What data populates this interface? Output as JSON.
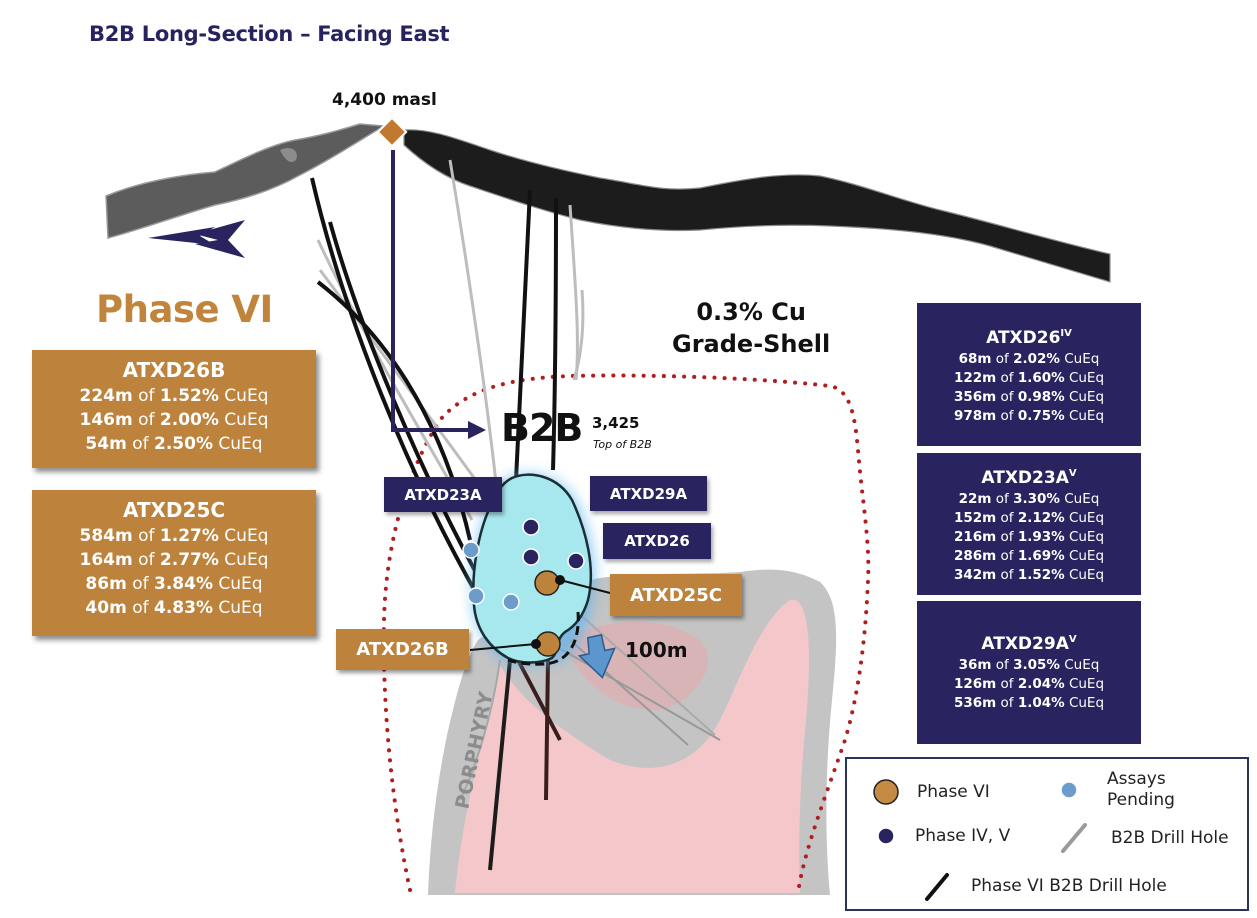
{
  "title": "B2B Long-Section – Facing East",
  "elevation_marker": {
    "label": "4,400 masl",
    "color": "#c0792f"
  },
  "north_arrow": {
    "icon": "north-arrow-icon",
    "color": "#29245f"
  },
  "colors": {
    "phase_vi": "#bd833c",
    "phase_iv_v": "#29245f",
    "assays_pending": "#6b9ccb",
    "grade_shell": "#b01e1e",
    "b2b_body": "#a7e8ee",
    "porphyry": "#bfbfbf",
    "high_grade_zone": "#f6c9cb"
  },
  "phase_heading": "Phase VI",
  "phase_vi_boxes": [
    {
      "hole": "ATXD26B",
      "intercepts": [
        {
          "length": "224m",
          "of": "of",
          "grade": "1.52%",
          "unit": "CuEq"
        },
        {
          "length": "146m",
          "of": "of",
          "grade": "2.00%",
          "unit": "CuEq"
        },
        {
          "length": "54m",
          "of": "of",
          "grade": "2.50%",
          "unit": "CuEq"
        }
      ]
    },
    {
      "hole": "ATXD25C",
      "intercepts": [
        {
          "length": "584m",
          "of": "of",
          "grade": "1.27%",
          "unit": "CuEq"
        },
        {
          "length": "164m",
          "of": "of",
          "grade": "2.77%",
          "unit": "CuEq"
        },
        {
          "length": "86m",
          "of": "of",
          "grade": "3.84%",
          "unit": "CuEq"
        },
        {
          "length": "40m",
          "of": "of",
          "grade": "4.83%",
          "unit": "CuEq"
        }
      ]
    }
  ],
  "prior_phase_boxes": [
    {
      "hole": "ATXD26",
      "phase_sup": "IV",
      "intercepts": [
        {
          "length": "68m",
          "of": "of",
          "grade": "2.02%",
          "unit": "CuEq"
        },
        {
          "length": "122m",
          "of": "of",
          "grade": "1.60%",
          "unit": "CuEq"
        },
        {
          "length": "356m",
          "of": "of",
          "grade": "0.98%",
          "unit": "CuEq"
        },
        {
          "length": "978m",
          "of": "of",
          "grade": "0.75%",
          "unit": "CuEq"
        }
      ]
    },
    {
      "hole": "ATXD23A",
      "phase_sup": "V",
      "intercepts": [
        {
          "length": "22m",
          "of": "of",
          "grade": "3.30%",
          "unit": "CuEq"
        },
        {
          "length": "152m",
          "of": "of",
          "grade": "2.12%",
          "unit": "CuEq"
        },
        {
          "length": "216m",
          "of": "of",
          "grade": "1.93%",
          "unit": "CuEq"
        },
        {
          "length": "286m",
          "of": "of",
          "grade": "1.69%",
          "unit": "CuEq"
        },
        {
          "length": "342m",
          "of": "of",
          "grade": "1.52%",
          "unit": "CuEq"
        }
      ]
    },
    {
      "hole": "ATXD29A",
      "phase_sup": "V",
      "intercepts": [
        {
          "length": "36m",
          "of": "of",
          "grade": "3.05%",
          "unit": "CuEq"
        },
        {
          "length": "126m",
          "of": "of",
          "grade": "2.04%",
          "unit": "CuEq"
        },
        {
          "length": "536m",
          "of": "of",
          "grade": "1.04%",
          "unit": "CuEq"
        }
      ]
    }
  ],
  "b2b": {
    "label": "B2B",
    "elevation": "3,425",
    "sublabel": "Top of B2B"
  },
  "grade_shell_label": {
    "line1": "0.3% Cu",
    "line2": "Grade-Shell"
  },
  "hole_tags": {
    "atxd23a": "ATXD23A",
    "atxd29a": "ATXD29A",
    "atxd26": "ATXD26",
    "atxd25c": "ATXD25C",
    "atxd26b": "ATXD26B"
  },
  "extension_label": "100m",
  "porphyry_label": "PORPHYRY",
  "legend": {
    "phase_vi": "Phase VI",
    "assays_pending_1": "Assays",
    "assays_pending_2": "Pending",
    "phase_iv_v": "Phase IV, V",
    "b2b_drill_hole": "B2B Drill Hole",
    "phase_vi_drill_hole": "Phase VI B2B Drill Hole"
  }
}
